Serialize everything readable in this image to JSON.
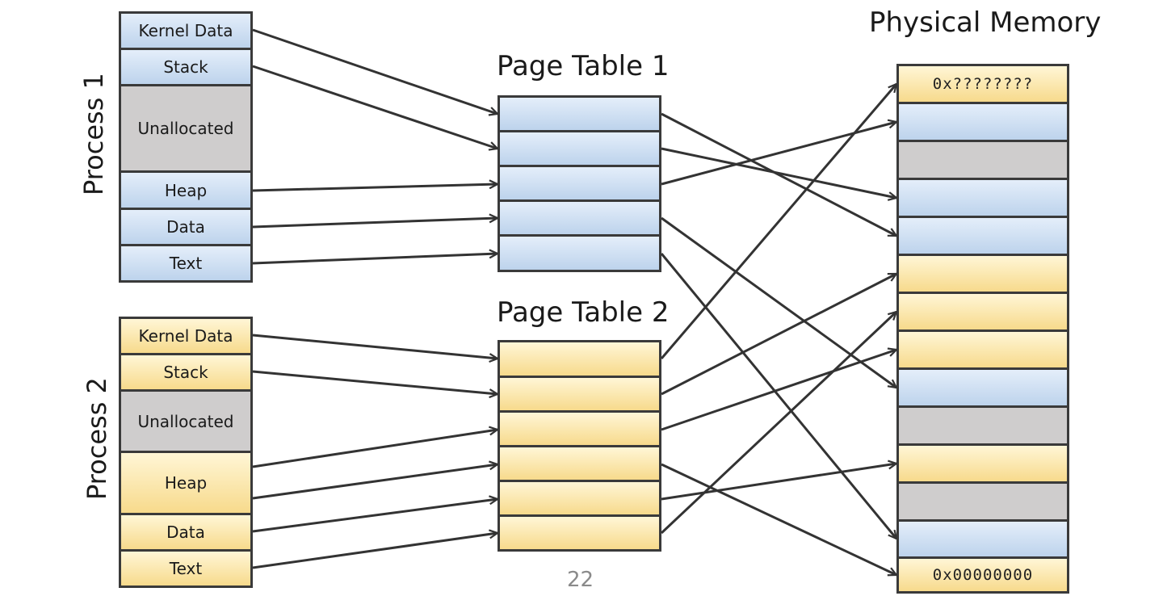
{
  "titles": {
    "physical_memory": "Physical Memory",
    "page_table_1": "Page Table 1",
    "page_table_2": "Page Table 2",
    "process_1": "Process 1",
    "process_2": "Process 2"
  },
  "process1": [
    "Kernel Data",
    "Stack",
    "Unallocated",
    "Heap",
    "Data",
    "Text"
  ],
  "process2": [
    "Kernel Data",
    "Stack",
    "Unallocated",
    "Heap",
    "Data",
    "Text"
  ],
  "physical_memory": {
    "top_address": "0x????????",
    "bottom_address": "0x00000000"
  },
  "page_number": "22",
  "colors": {
    "process1": "#cfe0f3",
    "process2": "#fbe6a8",
    "unallocated": "#cfcdcd",
    "arrow": "#333333"
  }
}
